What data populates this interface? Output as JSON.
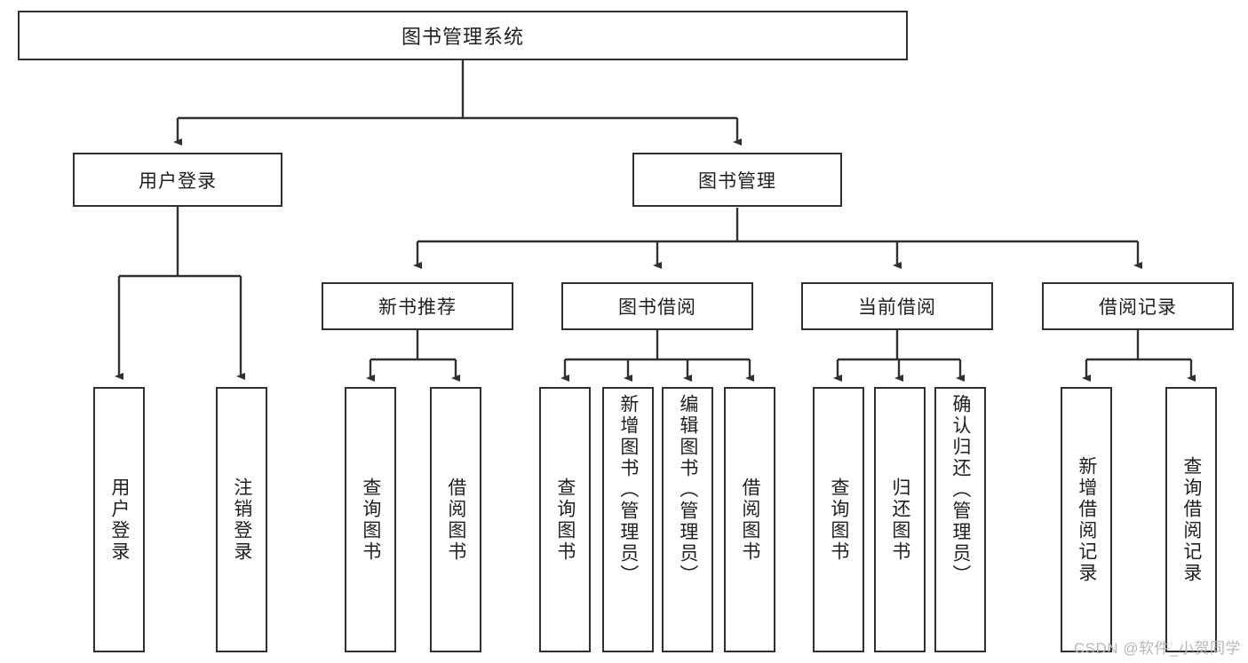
{
  "diagram": {
    "type": "tree",
    "title": "图书管理系统",
    "colors": {
      "stroke": "#31302f",
      "fill": "#ffffff",
      "text": "#1f1f1f",
      "watermark": "#b8b8b8"
    },
    "root": {
      "label": "图书管理系统"
    },
    "level2": [
      {
        "label": "用户登录"
      },
      {
        "label": "图书管理"
      }
    ],
    "level3": [
      {
        "label": "新书推荐"
      },
      {
        "label": "图书借阅"
      },
      {
        "label": "当前借阅"
      },
      {
        "label": "借阅记录"
      }
    ],
    "leaves": {
      "user_login": [
        {
          "label": "用户登录"
        },
        {
          "label": "注销登录"
        }
      ],
      "new_book": [
        {
          "label": "查询图书"
        },
        {
          "label": "借阅图书"
        }
      ],
      "borrow": [
        {
          "label": "查询图书"
        },
        {
          "label": "新增图书（管理员）"
        },
        {
          "label": "编辑图书（管理员）"
        },
        {
          "label": "借阅图书"
        }
      ],
      "current": [
        {
          "label": "查询图书"
        },
        {
          "label": "归还图书"
        },
        {
          "label": "确认归还（管理员）"
        }
      ],
      "records": [
        {
          "label": "新增借阅记录"
        },
        {
          "label": "查询借阅记录"
        }
      ]
    }
  },
  "watermark": {
    "text": "CSDN @软件_小贺同学"
  }
}
